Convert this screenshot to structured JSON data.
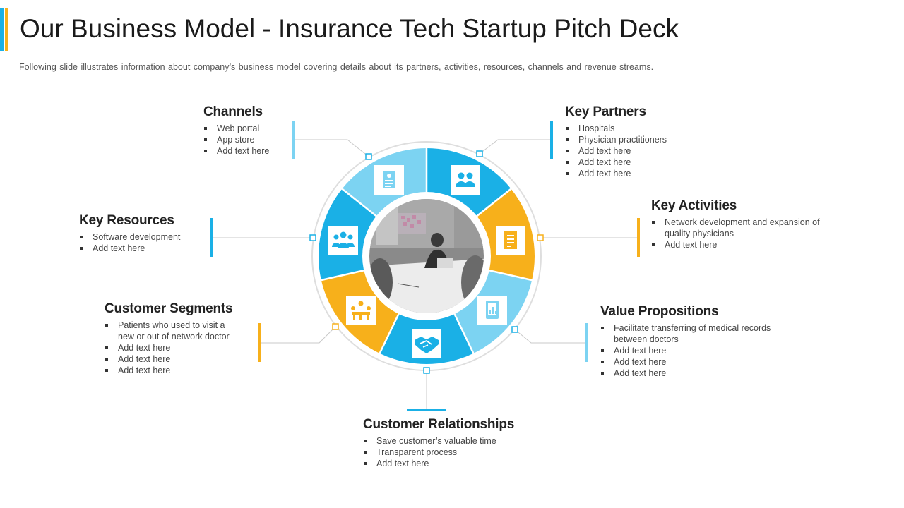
{
  "title": "Our Business Model - Insurance Tech Startup Pitch Deck",
  "subtitle": "Following slide illustrates information about company’s business model covering details about its partners, activities, resources, channels and revenue  streams.",
  "colors": {
    "blue": "#1ab0e6",
    "light_blue": "#7cd3f2",
    "yellow": "#f7b01b",
    "line": "#c8c8c8"
  },
  "sections": {
    "channels": {
      "heading": "Channels",
      "items": [
        "Web portal",
        "App store",
        "Add text here"
      ]
    },
    "key_partners": {
      "heading": "Key Partners",
      "items": [
        "Hospitals",
        "Physician practitioners",
        "Add text here",
        "Add text here",
        "Add text here"
      ]
    },
    "key_resources": {
      "heading": "Key Resources",
      "items": [
        "Software development",
        "Add text here"
      ]
    },
    "key_activities": {
      "heading": "Key Activities",
      "items": [
        "Network development  and expansion of quality physicians",
        "Add text here"
      ]
    },
    "customer_segments": {
      "heading": "Customer Segments",
      "items": [
        "Patients who used to visit a new or out of network doctor",
        "Add text here",
        "Add text here",
        "Add text here"
      ]
    },
    "value_propositions": {
      "heading": "Value Propositions",
      "items": [
        "Facilitate transferring  of medical records between doctors",
        "Add text here",
        "Add text here",
        "Add text here"
      ]
    },
    "customer_relationships": {
      "heading": "Customer Relationships",
      "items": [
        "Save  customer’s valuable  time",
        "Transparent  process",
        "Add text here"
      ]
    }
  },
  "wheel_segments": [
    {
      "name": "channels",
      "color": "light",
      "icon": "document-icon"
    },
    {
      "name": "key-partners",
      "color": "blue",
      "icon": "users-icon"
    },
    {
      "name": "key-activities",
      "color": "yellow",
      "icon": "checklist-icon"
    },
    {
      "name": "value-propositions",
      "color": "light",
      "icon": "tablet-icon"
    },
    {
      "name": "customer-relationships",
      "color": "blue",
      "icon": "handshake-icon"
    },
    {
      "name": "customer-segments",
      "color": "yellow",
      "icon": "meeting-icon"
    },
    {
      "name": "key-resources",
      "color": "blue",
      "icon": "team-icon"
    }
  ]
}
